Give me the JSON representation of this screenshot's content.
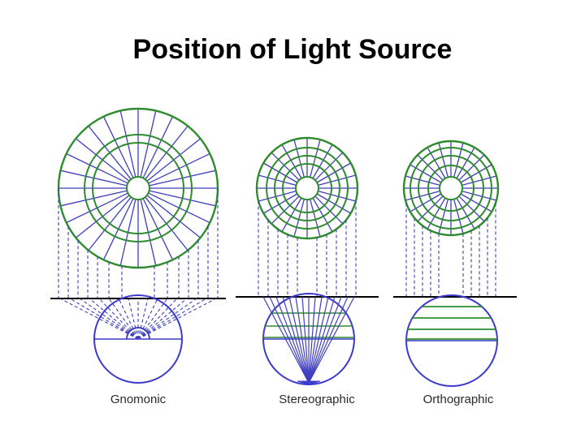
{
  "title": "Position of Light Source",
  "colors": {
    "ring": "#2e8b2e",
    "ray": "#3f3fbf",
    "sphere": "#3b3bcc",
    "plane": "#000000",
    "caption": "#2a2a2a"
  },
  "projections": [
    {
      "key": "gnomonic",
      "label": "Gnomonic"
    },
    {
      "key": "stereographic",
      "label": "Stereographic"
    },
    {
      "key": "orthographic",
      "label": "Orthographic"
    }
  ]
}
